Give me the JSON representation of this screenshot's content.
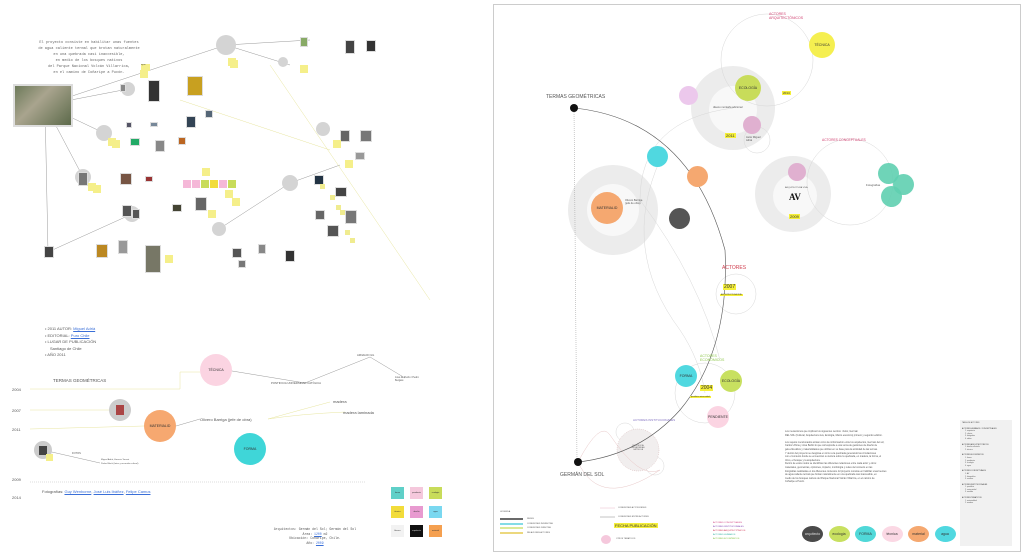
{
  "left_board": {
    "intro": [
      "El proyecto consiste en habilitar unas fuentes",
      "de agua caliente termal que brotan naturalmente",
      "en una quebrada casi inaccesible,",
      "en medio de los bosques nativos",
      "del Parque Nacional Volcán Villarrica,",
      "en el camino de Coñaripe a Pucón."
    ],
    "intro_note": "agua",
    "facts": {
      "year_author_prefix": "2011 AUTOR:",
      "author": "Miguel Adrià",
      "publisher_prefix": "EDITORIAL:",
      "publisher": "Puro Chile",
      "place_label": "LUGAR DE PUBLICACIÓN",
      "place": "Santiago de Chile",
      "year_label": "AÑO 2011"
    },
    "timeline": {
      "title": "TERMAS GEOMÉTRICAS",
      "years": [
        "2004",
        "2007",
        "2011",
        "2009",
        "2014"
      ]
    },
    "nodes": {
      "tecnica": "TÉCNICA",
      "materialidad": "MATERIALID",
      "forma": "FORMA",
      "pontificia": "PONTIFICIA UNIVERSIDAD CATÓLICA",
      "arnaldo": "ARNALDO GG",
      "arnaldo_sub": "José de Pedro / Pedro Bergaré",
      "olivero": "Olivero Barriga (jefe de obra)",
      "madera": "madera",
      "madera_laminada": "madera laminada",
      "fotos": "FOTOS",
      "fotos_sub": [
        "Miguel Adrià, Horacio Torrent",
        "Pedro Bloch (fotos y recorrido cultural)"
      ]
    },
    "photos": {
      "prefix": "Fotografías:",
      "names": [
        "Guy Wenborne",
        "José Luis Ibáñez",
        "Felipe Camus"
      ]
    },
    "credits": {
      "architects": "Arquitectos: Germán del Sol; Germán del Sol",
      "area_prefix": "Área:",
      "area": "1200",
      "area_unit": "m2",
      "location": "Ubicación: Coñaripe, Chile.",
      "year_prefix": "Año:",
      "year": "2009"
    },
    "swatches": [
      {
        "label": "forma",
        "color": "#5fd0c8"
      },
      {
        "label": "pendiente",
        "color": "#f5c8dc"
      },
      {
        "label": "ecología",
        "color": "#c8dc5a"
      },
      {
        "label": "técnica",
        "color": "#f2dc3a"
      },
      {
        "label": "diseño",
        "color": "#e89ad0"
      },
      {
        "label": "agua",
        "color": "#7ad8f0"
      },
      {
        "label": "blanco",
        "color": "#f2f2f2"
      },
      {
        "label": "arquitecto",
        "color": "#111111"
      },
      {
        "label": "material",
        "color": "#f5a050"
      }
    ]
  },
  "right_board": {
    "termas": "TERMAS GEOMÉTRICAS",
    "german": "GERMÁN DEL SOL",
    "arq_title": "ACTORES ARQUITECTÓNICOS",
    "tecnica": "TÉCNICA",
    "y2014": "2014",
    "ecologia": "ECOLOGÍA",
    "diseno": "diseno montaña adicional",
    "y2011": "2011",
    "autor": "Autor Miguel Adrià",
    "materialidad": "MATERIALID",
    "olivero": "Olivero Barriga (jefe de obra)",
    "concept_title": "ACTORES CONCEPTUALES",
    "av_label": "ARQUITECTURA VIVA",
    "av": "AV",
    "y2009": "2009",
    "fotografias": "Fotografías",
    "actores": "ACTORES",
    "y2007": "2007",
    "y2007_sub": "ARQUITECTURA VIVA",
    "econ_title": "ACTORES ECONÓMICOS",
    "forma": "FORMA",
    "ecologia2": "ECOLOGÍA",
    "y2004": "2004",
    "y2004_sub": "pontificia universidad",
    "pendiente": "PENDIENTE",
    "inst_title": "ACTORES INSTITUCIONALES",
    "pontificia": "PONTIFICIA UNIVERSIDAD CATÓLICA",
    "legend": {
      "title": "LEYENDA",
      "items": [
        {
          "label": "REDES",
          "color": "#111111"
        },
        {
          "label": "CONEXIONES INDIRECTAS",
          "color": "#3ac8d8"
        },
        {
          "label": "CONEXIONES DIRECTAS",
          "color": "#c8dc5a"
        },
        {
          "label": "RELACIONES ACTORES",
          "color": "#e0c030"
        }
      ],
      "line_items": [
        "CONEXIONES ACTOR-REDES",
        "CONEXIONES ENTRE ACTORES"
      ],
      "fecha": "FECHA PUBLICACIÓN",
      "temas": "OTROS TEMÁTICOS",
      "actor_types": [
        {
          "label": "ACTORES CONCEPTUALES",
          "color": "#d04080"
        },
        {
          "label": "ACTORES INSTITUCIONALES",
          "color": "#8040b0"
        },
        {
          "label": "ACTORES ARQUITECTÓNICOS",
          "color": "#d03050"
        },
        {
          "label": "ACTORES HUMANOS",
          "color": "#30b0a0"
        },
        {
          "label": "ACTORES ECONÓMICOS",
          "color": "#80c040"
        }
      ]
    },
    "text": [
      "Los mecanismos que implican los siguientes centros: 'Autor, Germán",
      "DEL SOL (Cultural, Arquitectura viva, Ecología, Marco escénico) primero y segundo edición.",
      "",
      "Los sujetos mencionados actúan como la conformación entre los arquitectos, Germán del sol,",
      "Carlos Urbina y José Bellini lo que corresponde a una suma de gestiones de diseño de",
      "gela vida alitos y materialidades que utilizan en su base para la actividad de las termas.",
      "Y dentro del proyecto se desglosa en torno a la quebrada generando las circulaciones",
      "con el contexto donde se encuentran su lectura sobre la quebrada, en madera, la forma, el",
      "ritmo, el bosque y la arquitectura.",
      "Dentro de estos nodos se identifican las diferentes relaciones entre cada actor y otros:",
      "materiales, geometrías, opiniones, impacto, morfología y redes del contexto en las",
      "fotografías realizadas en los diferentes contextos. El proyecto consiste en habilitar unas fuentes",
      "de agua caliente termal que brotan naturalmente en una quebrada casi inaccesible, en",
      "medio de los bosques nativos del Parque Nacional Volcán Villarrica, en el camino de",
      "Coñaripe a Pucón."
    ],
    "bottom_nodes": [
      {
        "label": "arquitecto",
        "color": "#4a4a4a"
      },
      {
        "label": "ecología",
        "color": "#c8e060"
      },
      {
        "label": "FORMA",
        "color": "#50d8d8"
      },
      {
        "label": "técnica",
        "color": "#fbd8e4"
      },
      {
        "label": "material",
        "color": "#f5a870"
      },
      {
        "label": "agua",
        "color": "#50d8e0"
      }
    ],
    "sidebar": {
      "title": "TABLA DE ACTORES",
      "groups": [
        {
          "title": "ACTORES HUMANOS / CONCEPTUALES",
          "items": [
            "1. arquitecto",
            "2. cliente",
            "3. fotógrafos",
            "4. editor"
          ]
        },
        {
          "title": "ACTORES ARQUITECTÓNICOS",
          "items": [
            "1. diseño montaña",
            "2. técnica"
          ]
        },
        {
          "title": "ACTORES ECONÓMICOS",
          "items": [
            "1. forma",
            "2. pendiente",
            "3. ecología",
            "4. agua"
          ]
        },
        {
          "title": "ACTORES CONCEPTUALES",
          "items": [
            "1. AV",
            "2. fotografías",
            "3. revistas"
          ]
        },
        {
          "title": "ACTORES INSTITUCIONALES",
          "items": [
            "1. pontificia",
            "2. universidad",
            "3. arnaldo"
          ]
        },
        {
          "title": "ACTORES TEMÁTICOS",
          "items": [
            "1. materialidad",
            "2. madera"
          ]
        }
      ]
    }
  }
}
